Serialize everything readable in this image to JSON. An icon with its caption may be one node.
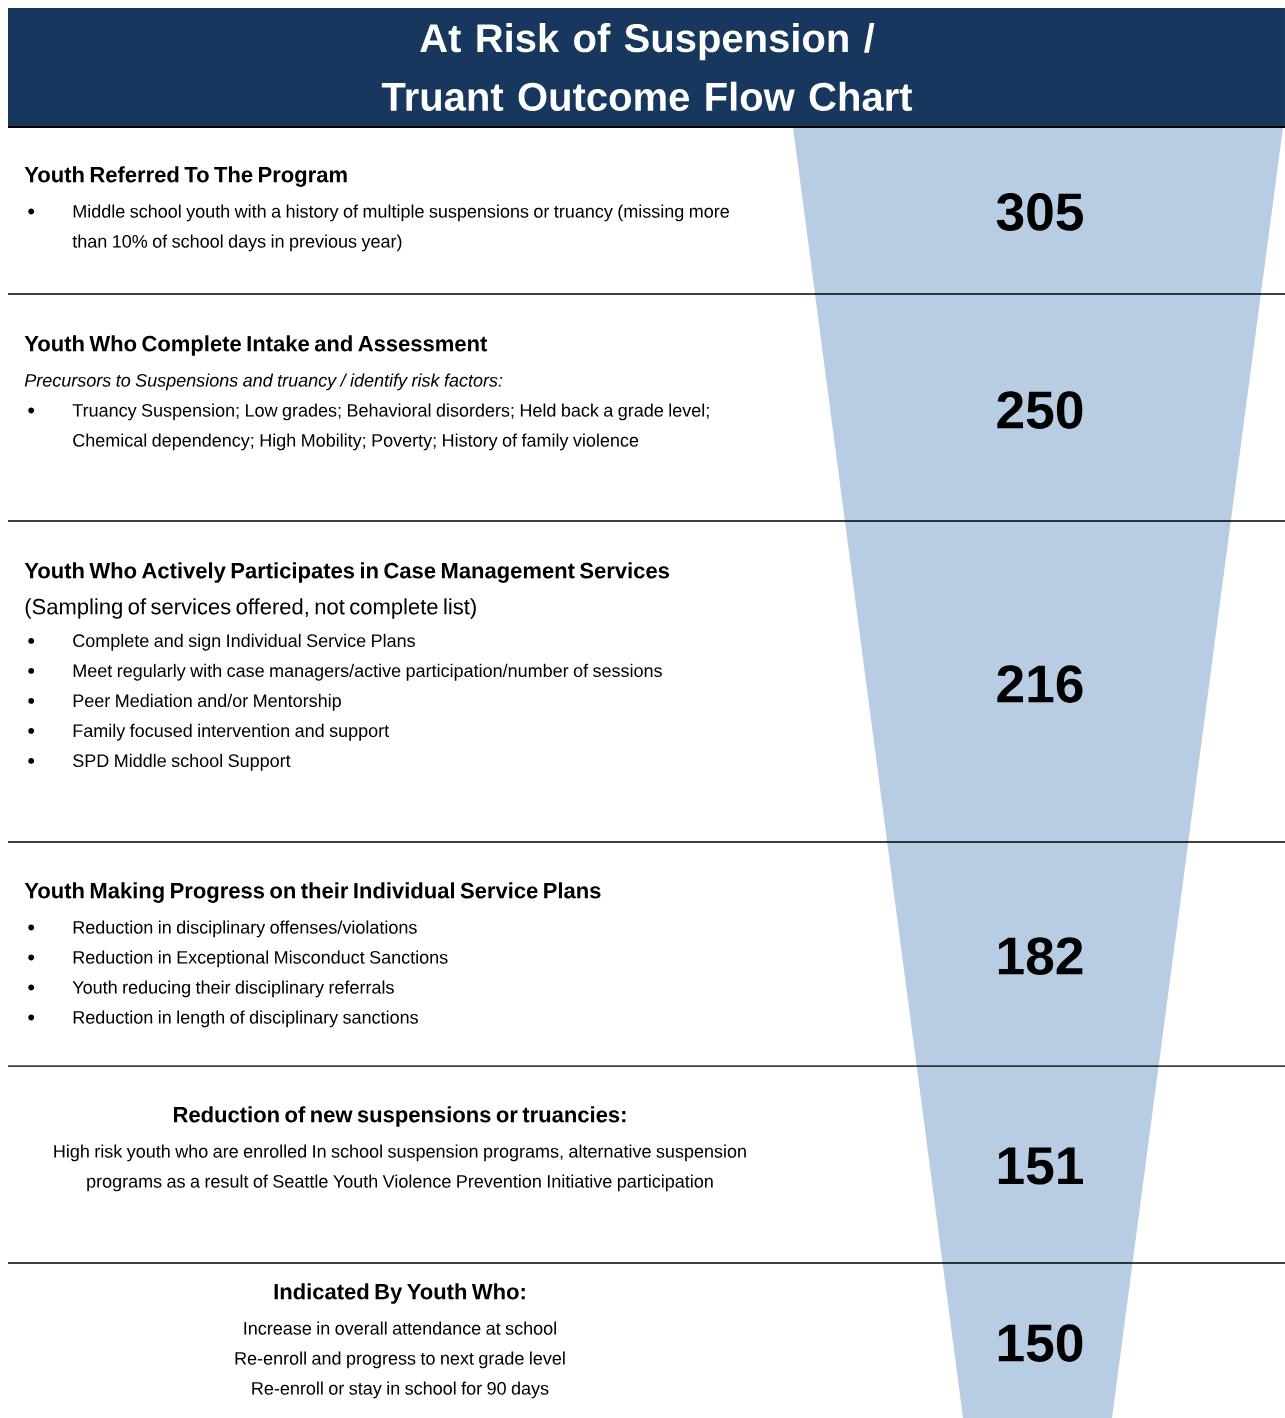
{
  "diagram": {
    "title": "At Risk of Suspension / Truant Outcome Flow Chart",
    "nodes": [
      {
        "text": [
          "Youth Referred To The Program",
          "Middle school youth with a history of multiple suspensions or truancy (missing more than 10% of school days in previous year)"
        ]
      },
      {
        "text": [
          "Youth Who Complete Intake and Assessment",
          "Precursors to Suspensions and truancy / identify risk factors:",
          "Truancy Suspension; Low grades; Behavioral disorders; Held back a grade level; Chemical dependency; High Mobility; Poverty; History of family violence"
        ]
      },
      {
        "text": [
          "**Youth Who Actively Participates in Case Management Services** (Sampling of services offered, not complete list)",
          "Complete and sign Individual Service Plans",
          "Meet regularly with case managers/active participation/number of sessions",
          "Peer Mediation and/or Mentorship",
          "Family focused intervention and support",
          "SPD Middle school Support"
        ]
      },
      {
        "text": [
          "Youth Making Progress on their Individual Service Plans",
          "Reduction in disciplinary offenses/violations",
          "Reduction in Exceptional Misconduct Sanctions",
          "Youth reducing their disciplinary referrals",
          "Reduction in length of disciplinary sanctions"
        ]
      },
      {
        "text": [
          "Reduction of new suspensions or truancies:",
          "High risk youth who are enrolled In school suspension programs, alternative suspension programs as a result of Seattle Youth Violence Prevention Initiative participation"
        ]
      },
      {
        "text": [
          "Indicated By Youth Who:",
          "Increase in overall attendance at school",
          "Re-enroll and progress to next grade level",
          "Re-enroll or stay in school for 90 days"
        ]
      }
    ],
    "labels": [
      "305",
      "250",
      "216",
      "182",
      "151",
      "150"
    ]
  }
}
